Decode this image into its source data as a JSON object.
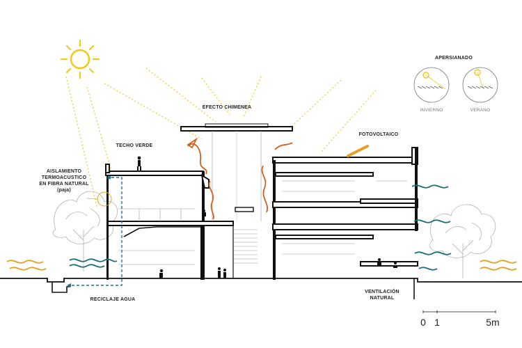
{
  "labels": {
    "efecto_chimenea": "EFECTO CHIMENEA",
    "techo_verde": "TECHO VERDE",
    "fotovoltaico": "FOTOVOLTAICO",
    "apersianado": "APERSIANADO",
    "invierno": "INVIERNO",
    "verano": "VERANO",
    "aislamiento": [
      "AISLAMIENTO",
      "TERMOACUSTICO",
      "EN FIBRA NATURAL",
      "(paja)"
    ],
    "reciclaje_agua": "RECICLAJE AGUA",
    "ventilacion": [
      "VENTILACIÓN",
      "NATURAL"
    ]
  },
  "scale_bar": {
    "ticks": [
      "0",
      "1",
      "5m"
    ]
  },
  "colors": {
    "sun": "#f2c81a",
    "hot_air": "#d2601a",
    "cool_air": "#1f6f7a",
    "outside_breeze": "#e6a01e",
    "water": "#1f6f9a",
    "structure": "#111111"
  },
  "icons": [
    "sun-icon",
    "tree-icon",
    "person-icon",
    "solar-panel-icon",
    "louver-detail-icon"
  ]
}
